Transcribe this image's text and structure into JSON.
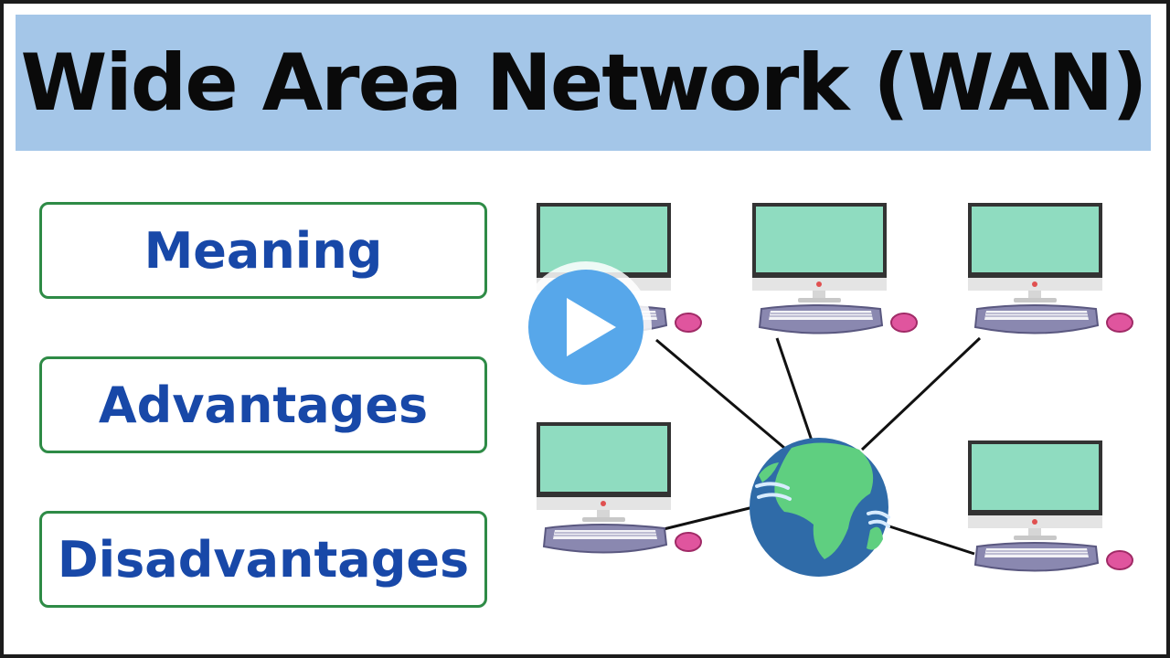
{
  "title": "Wide Area Network (WAN)",
  "topics": [
    "Meaning",
    "Advantages",
    "Disadvantages"
  ],
  "diagram": {
    "center_icon": "globe-icon",
    "computer_count": 5,
    "colors": {
      "screen": "#8fdcc0",
      "monitor_frame": "#333333",
      "keyboard": "#8a88b0",
      "mouse": "#e0559e",
      "globe_ocean": "#2f6ba8",
      "globe_land": "#5fcf80"
    }
  },
  "overlay": {
    "icon": "play-icon",
    "color": "#57a7ea"
  },
  "colors": {
    "title_band": "#a4c6e8",
    "topic_border": "#2e8b46",
    "topic_text": "#1848a8"
  }
}
